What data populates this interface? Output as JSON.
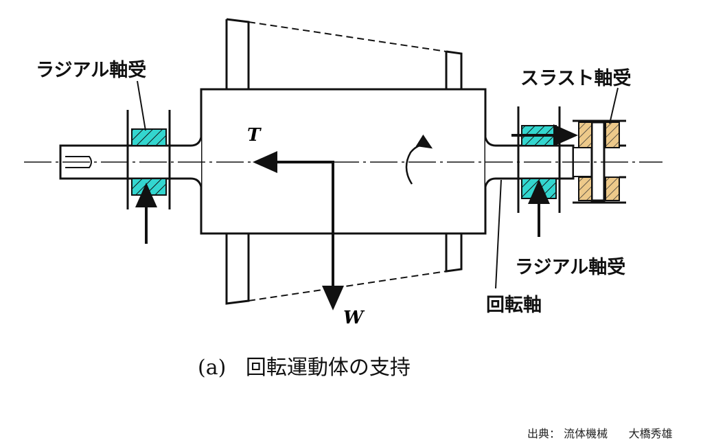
{
  "labels": {
    "radial_bearing_left": "ラジアル軸受",
    "thrust_bearing": "スラスト軸受",
    "radial_bearing_right": "ラジアル軸受",
    "rotating_shaft": "回転軸",
    "thrust_force": "T",
    "weight": "W"
  },
  "caption": {
    "index": "(a)",
    "text": "回転運動体の支持"
  },
  "source": {
    "prefix": "出典：",
    "book": "流体機械",
    "author": "大橋秀雄"
  },
  "colors": {
    "radial_bearing": "#33d6cf",
    "thrust_bearing": "#edc98a",
    "line": "#111111"
  }
}
